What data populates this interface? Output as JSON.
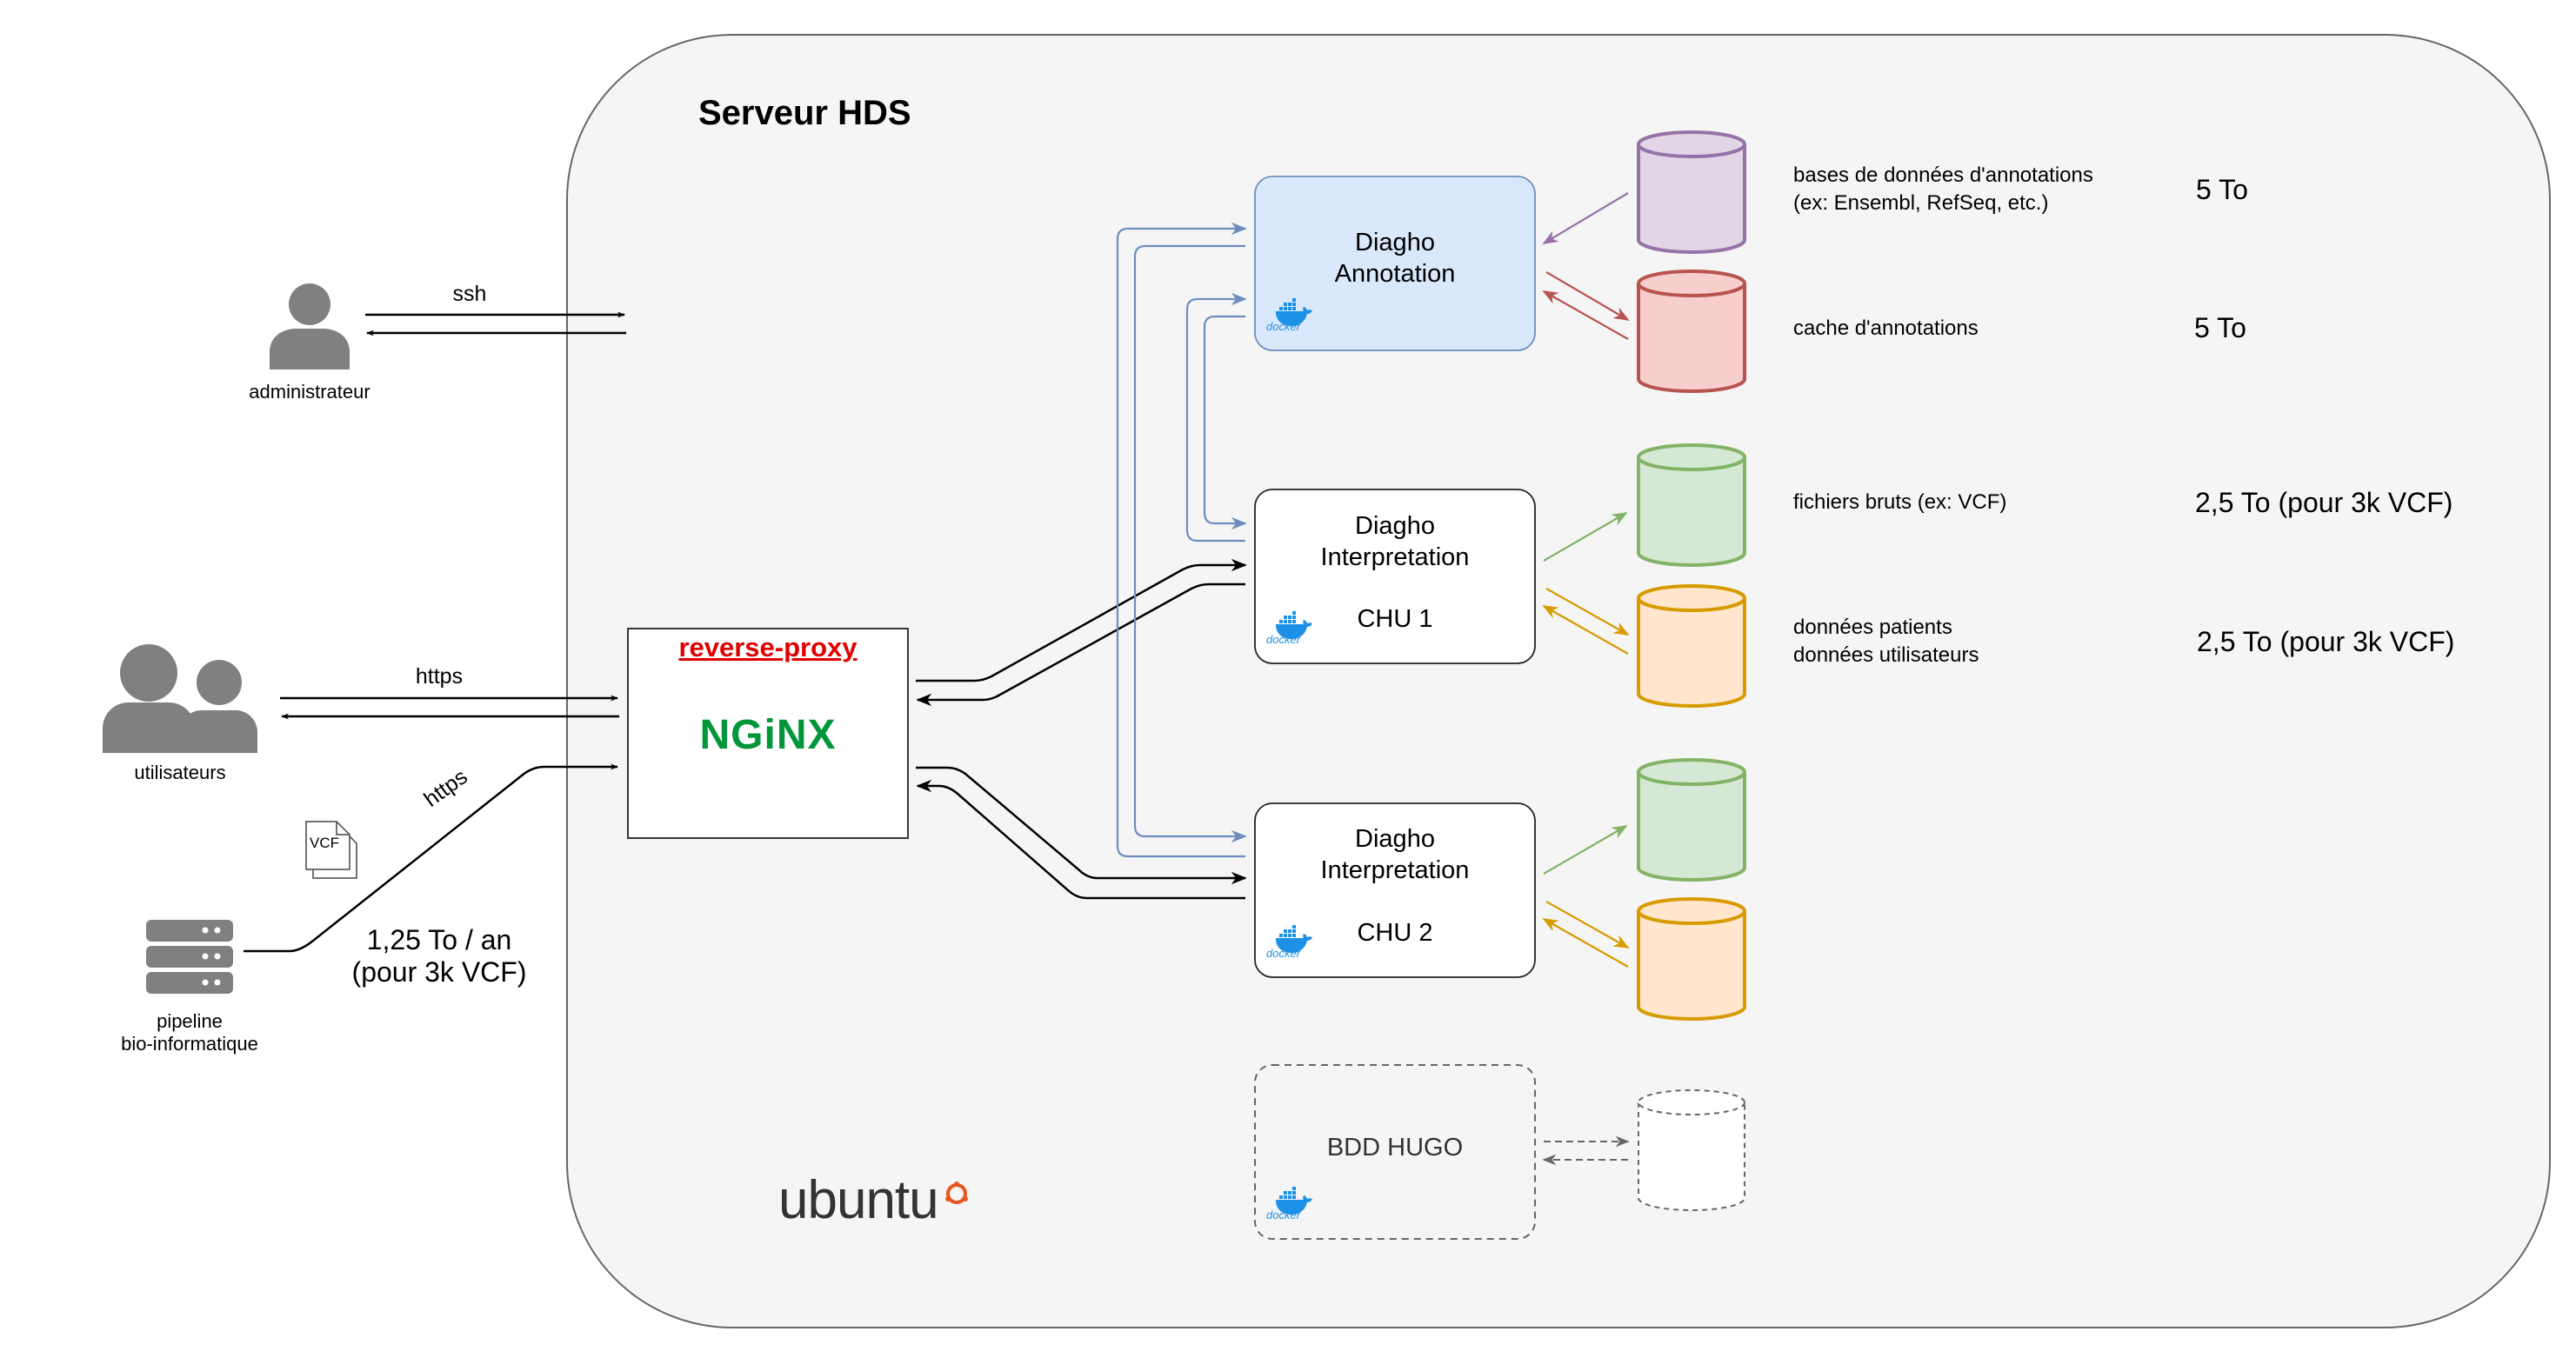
{
  "server": {
    "title": "Serveur HDS"
  },
  "actors": {
    "admin": {
      "label": "administrateur",
      "protocol": "ssh"
    },
    "users": {
      "label": "utilisateurs",
      "protocol": "https"
    },
    "pipeline": {
      "label_line1": "pipeline",
      "label_line2": "bio-informatique",
      "protocol": "https",
      "file_label": "VCF",
      "volume_line1": "1,25 To / an",
      "volume_line2": "(pour 3k VCF)"
    }
  },
  "proxy": {
    "title": "reverse-proxy",
    "logo": "NGiNX"
  },
  "containers": {
    "annotation": {
      "line1": "Diagho",
      "line2": "Annotation"
    },
    "chu1": {
      "line1": "Diagho",
      "line2": "Interpretation",
      "line3": "CHU 1"
    },
    "chu2": {
      "line1": "Diagho",
      "line2": "Interpretation",
      "line3": "CHU 2"
    },
    "hugo": {
      "label": "BDD HUGO"
    },
    "docker_label": "docker"
  },
  "storage": [
    {
      "desc_line1": "bases de données d'annotations",
      "desc_line2": "(ex: Ensembl, RefSeq, etc.)",
      "size": "5 To"
    },
    {
      "desc_line1": "cache d'annotations",
      "size": "5 To"
    },
    {
      "desc_line1": "fichiers bruts (ex: VCF)",
      "size": "2,5 To (pour 3k VCF)"
    },
    {
      "desc_line1": "données patients",
      "desc_line2": "données utilisateurs",
      "size": "2,5 To (pour 3k VCF)"
    }
  ],
  "os_logo": "ubuntu",
  "colors": {
    "server_bg": "#f5f5f5",
    "annotation_fill": "#dae8fc",
    "link_blue": "#6c8ebf",
    "purple": "#9673a6",
    "purple_fill": "#e1d5e7",
    "red": "#b85450",
    "red_fill": "#f8cecc",
    "green": "#82b366",
    "green_fill": "#d5e8d4",
    "orange": "#d79b00",
    "orange_fill": "#ffe6cc",
    "docker_blue": "#1d91e6",
    "nginx_green": "#009639",
    "ubuntu_orange": "#e95420"
  }
}
